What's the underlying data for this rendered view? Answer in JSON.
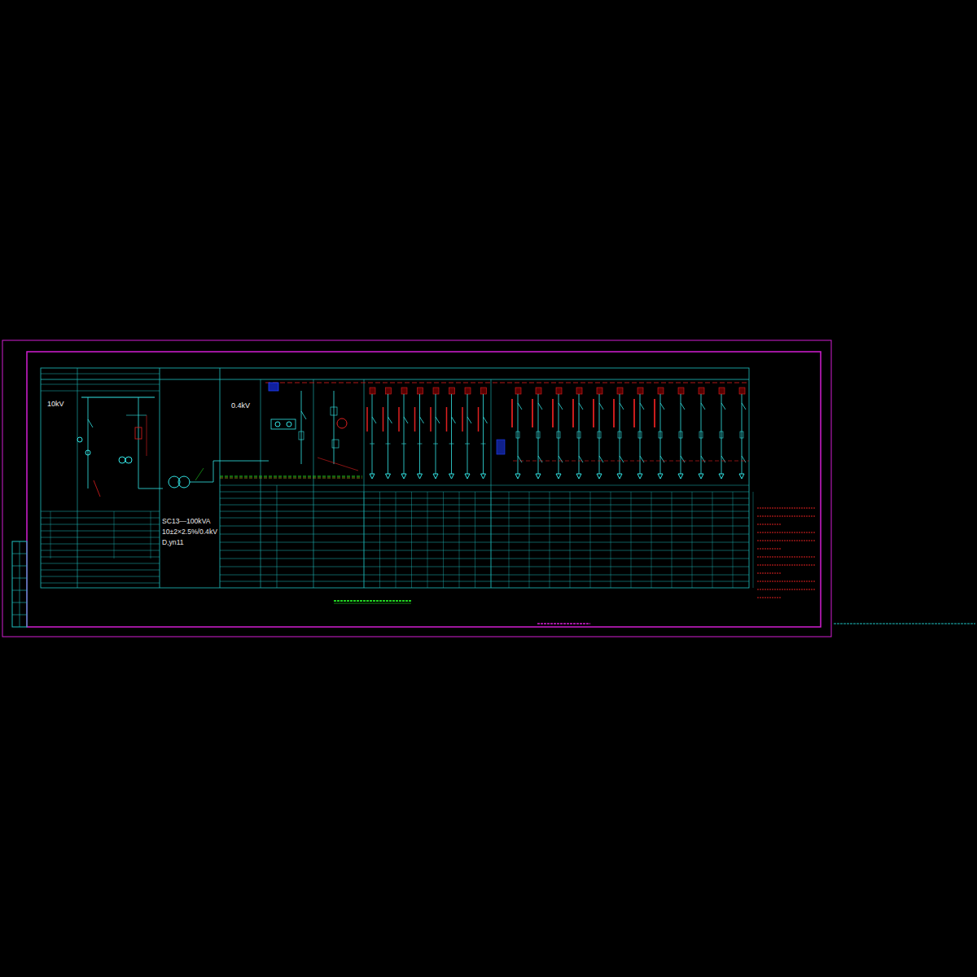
{
  "diagram": {
    "nodes": [
      {
        "text": [
          "SC13—100kVA",
          "10±2×2.5%/0.4kV",
          "D,yn11"
        ]
      }
    ],
    "labels": [
      "10kV",
      "0.4kV"
    ]
  }
}
